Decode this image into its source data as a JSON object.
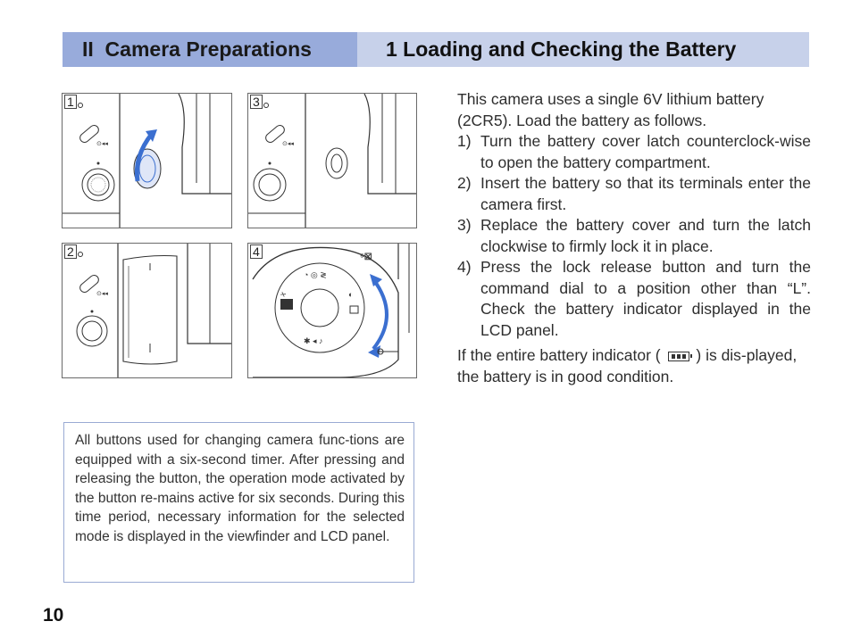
{
  "header": {
    "chapter": "II  Camera Preparations",
    "section_title": "1 Loading and Checking the Battery"
  },
  "figures": [
    {
      "number": "1"
    },
    {
      "number": "3"
    },
    {
      "number": "2"
    },
    {
      "number": "4"
    }
  ],
  "body": {
    "intro": "This camera uses a single 6V lithium battery (2CR5). Load the battery as follows.",
    "steps": [
      {
        "num": "1)",
        "text": "Turn the battery cover latch counterclock-wise to open the battery compartment."
      },
      {
        "num": "2)",
        "text": "Insert the battery so that its terminals enter the camera first."
      },
      {
        "num": "3)",
        "text": "Replace the battery cover and turn the latch clockwise to firmly lock it in place."
      },
      {
        "num": "4)",
        "text": "Press the lock release button and turn the command dial to a position other than “L”. Check the battery indicator displayed in the LCD panel."
      }
    ],
    "note_before": "If the entire battery indicator (",
    "note_after": ") is dis-played, the battery is in good condition."
  },
  "infobox": {
    "text": "All buttons used for changing camera func-tions are equipped with a six-second timer. After pressing and releasing the button, the operation mode activated by the button re-mains active for six seconds. During this time period, necessary information for the selected mode is displayed in the viewfinder and LCD panel."
  },
  "page_number": "10",
  "colors": {
    "header_band": "#c7d1ea",
    "chapter_box": "#98abdb",
    "infobox_border": "#9aaad3",
    "arrow_blue": "#3b6fd0"
  }
}
